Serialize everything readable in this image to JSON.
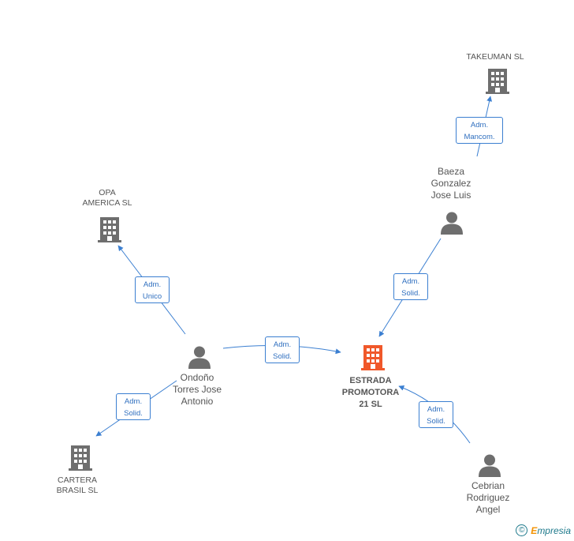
{
  "nodes": {
    "takeuman": {
      "label": "TAKEUMAN SL"
    },
    "baeza": {
      "label": "Baeza\nGonzalez\nJose Luis"
    },
    "opa": {
      "label": "OPA\nAMERICA SL"
    },
    "ondono": {
      "label": "Ondoño\nTorres Jose\nAntonio"
    },
    "estrada": {
      "label": "ESTRADA\nPROMOTORA\n21 SL"
    },
    "cartera": {
      "label": "CARTERA\nBRASIL SL"
    },
    "cebrian": {
      "label": "Cebrian\nRodriguez\nAngel"
    }
  },
  "edges": {
    "baeza_takeuman": {
      "line1": "Adm.",
      "line2": "Mancom."
    },
    "baeza_estrada": {
      "line1": "Adm.",
      "line2": "Solid."
    },
    "ondono_opa": {
      "line1": "Adm.",
      "line2": "Unico"
    },
    "ondono_estrada": {
      "line1": "Adm.",
      "line2": "Solid."
    },
    "ondono_cartera": {
      "line1": "Adm.",
      "line2": "Solid."
    },
    "cebrian_estrada": {
      "line1": "Adm.",
      "line2": "Solid."
    }
  },
  "colors": {
    "edge": "#3b7fd1",
    "company": "#6e6e6e",
    "focus_company": "#f0582a",
    "person": "#6e6e6e"
  },
  "icons": {
    "company": "building-icon",
    "person": "person-icon"
  },
  "footer": {
    "copyright": "©",
    "brand_first": "E",
    "brand_rest": "mpresia"
  }
}
